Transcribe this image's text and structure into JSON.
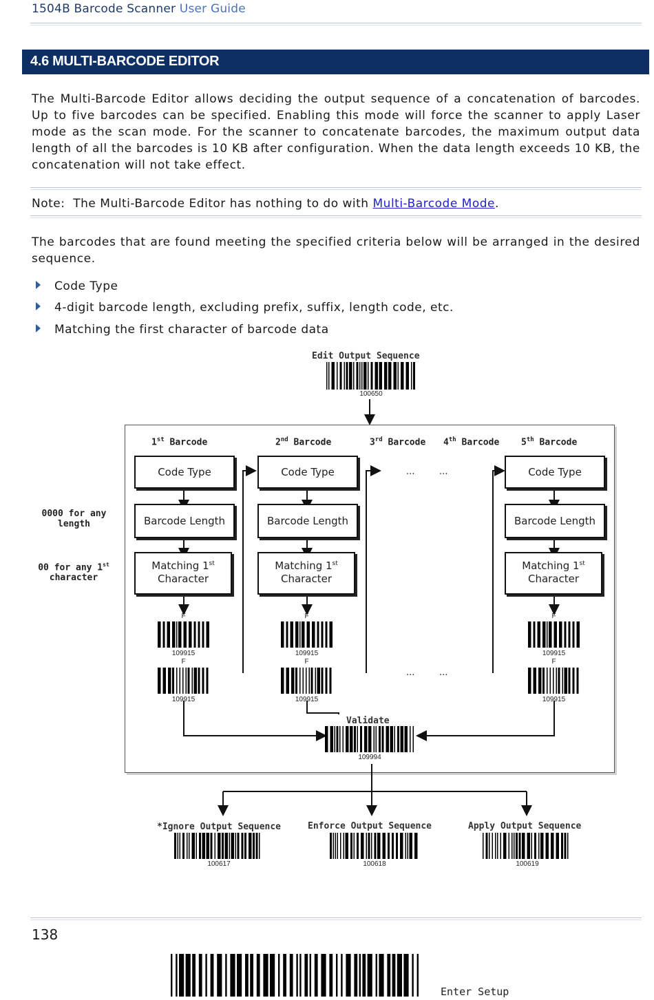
{
  "header": {
    "product": "1504B Barcode Scanner",
    "guide": "User Guide"
  },
  "section": {
    "title": "4.6 MULTI-BARCODE EDITOR"
  },
  "intro": "The Multi-Barcode Editor allows deciding the output sequence of a concatenation of barcodes. Up to five barcodes can be specified. Enabling this mode will force the scanner to apply Laser mode as the scan mode. For the scanner to concatenate barcodes, the maximum output data length of all the barcodes is 10 KB after configuration. When the data length exceeds 10 KB, the concatenation will not take effect.",
  "note": {
    "prefix": "Note:  The Multi-Barcode Editor has nothing to do with ",
    "link": "Multi-Barcode Mode",
    "suffix": "."
  },
  "criteria_intro": "The barcodes that are found meeting the specified criteria below will be arranged in the desired sequence.",
  "criteria": [
    "Code Type",
    "4-digit barcode length, excluding prefix, suffix, length code, etc.",
    "Matching the first character of barcode data"
  ],
  "diagram": {
    "edit": {
      "label": "Edit Output Sequence",
      "code": "100650"
    },
    "columns": [
      {
        "ord": "1",
        "sup": "st",
        "word": "Barcode"
      },
      {
        "ord": "2",
        "sup": "nd",
        "word": "Barcode"
      },
      {
        "ord": "3",
        "sup": "rd",
        "word": "Barcode"
      },
      {
        "ord": "4",
        "sup": "th",
        "word": "Barcode"
      },
      {
        "ord": "5",
        "sup": "th",
        "word": "Barcode"
      }
    ],
    "box_code_type": "Code Type",
    "box_length": "Barcode Length",
    "box_match_a": "Matching 1",
    "box_match_sup": "st",
    "box_match_b": "Character",
    "dots": "...",
    "side_length_a": "0000 for any",
    "side_length_b": "length",
    "side_char_a": "00 for any 1",
    "side_char_sup": "st",
    "side_char_b": "character",
    "small_letter": "F",
    "small_code": "109915",
    "validate": {
      "label": "Validate",
      "code": "109994"
    },
    "outputs": [
      {
        "label": "*Ignore Output Sequence",
        "code": "100617"
      },
      {
        "label": "Enforce Output Sequence",
        "code": "100618"
      },
      {
        "label": "Apply Output Sequence",
        "code": "100619"
      }
    ]
  },
  "footer": {
    "page": "138",
    "enter_setup": "Enter Setup"
  }
}
